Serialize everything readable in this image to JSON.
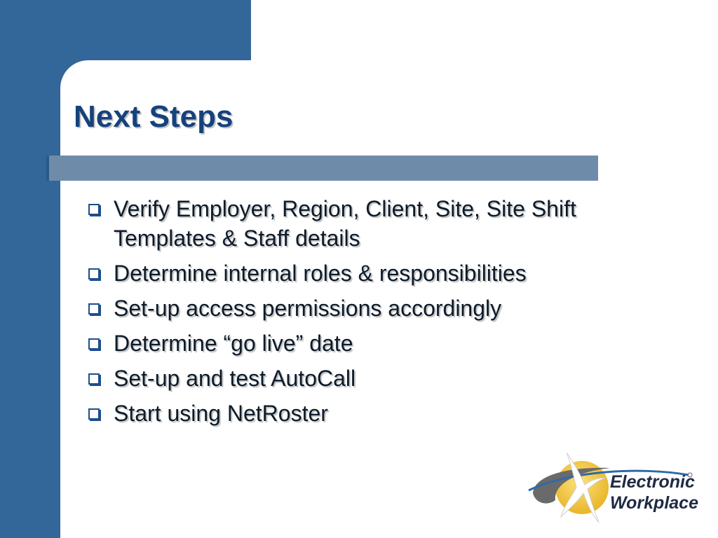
{
  "slide": {
    "title": "Next Steps",
    "bullets": [
      "Verify Employer, Region, Client, Site, Site Shift Templates & Staff details",
      "Determine internal roles & responsibilities",
      "Set-up access permissions accordingly",
      "Determine “go live” date",
      "Set-up and test AutoCall",
      "Start using NetRoster"
    ]
  },
  "logo": {
    "line1": "Electronic",
    "line2": "Workplace"
  },
  "colors": {
    "primary_blue": "#336699",
    "title_bar": "#6e8caa",
    "title_text": "#16427c",
    "logo_gold": "#f3c83c",
    "logo_gray": "#6a6a6a"
  }
}
